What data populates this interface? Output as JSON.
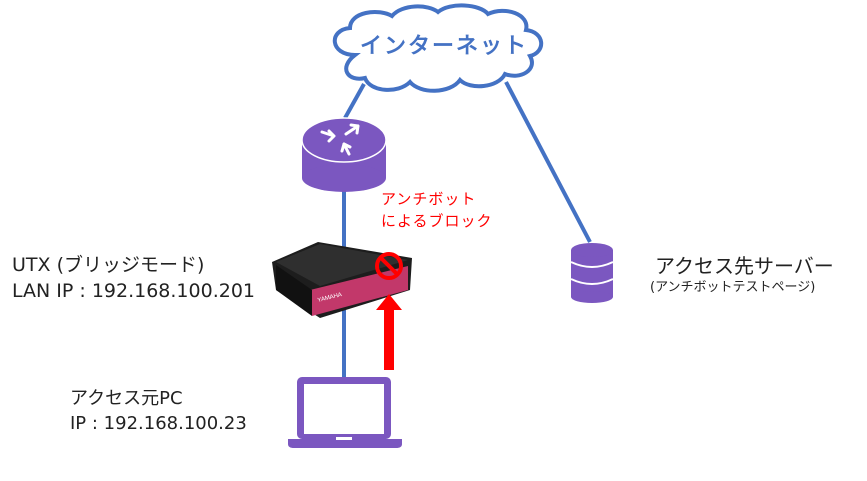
{
  "colors": {
    "link_line": "#4472c4",
    "device_fill": "#7b57c0",
    "block_red": "#ff0000",
    "text": "#222222"
  },
  "cloud": {
    "label": "インターネット",
    "icon": "cloud-icon"
  },
  "router": {
    "icon": "router-icon"
  },
  "utx": {
    "icon": "utx-appliance-icon",
    "name": "UTX (ブリッジモード)",
    "ip": "LAN IP : 192.168.100.201"
  },
  "block": {
    "line1": "アンチボット",
    "line2": "によるブロック",
    "icon": "prohibited-icon"
  },
  "server": {
    "icon": "database-server-icon",
    "name": "アクセス先サーバー",
    "note": "(アンチボットテストページ)"
  },
  "pc": {
    "icon": "laptop-icon",
    "name": "アクセス元PC",
    "ip": "IP : 192.168.100.23"
  },
  "arrow": {
    "icon": "arrow-up-icon",
    "direction": "up"
  }
}
